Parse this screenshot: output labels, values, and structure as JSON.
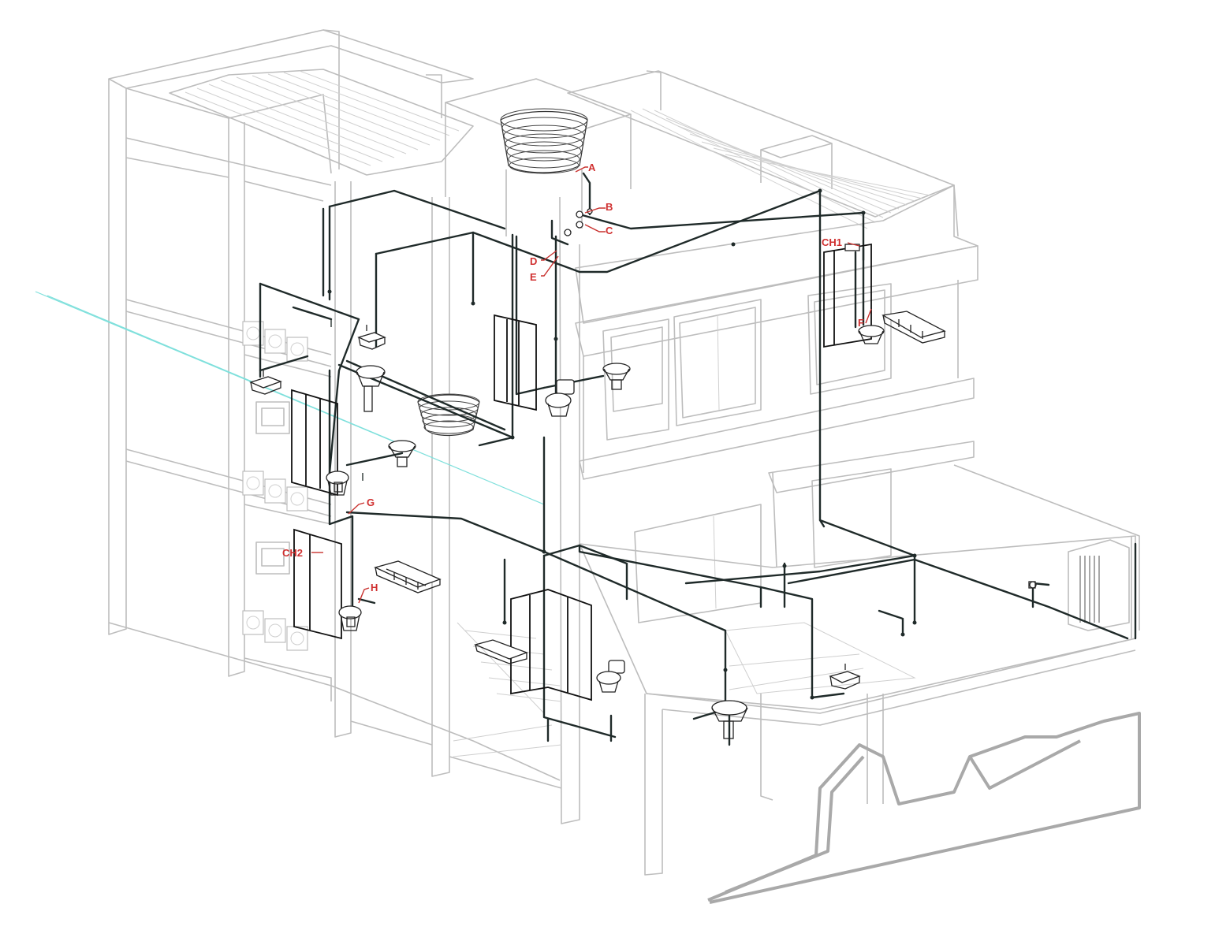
{
  "diagram": {
    "labels": [
      {
        "id": "A",
        "text": "A"
      },
      {
        "id": "B",
        "text": "B"
      },
      {
        "id": "C",
        "text": "C"
      },
      {
        "id": "D",
        "text": "D"
      },
      {
        "id": "E",
        "text": "E"
      },
      {
        "id": "F",
        "text": "F"
      },
      {
        "id": "G",
        "text": "G"
      },
      {
        "id": "H",
        "text": "H"
      },
      {
        "id": "CH1",
        "text": "CH1"
      },
      {
        "id": "CH2",
        "text": "CH2"
      }
    ],
    "colors": {
      "label": "#d03030",
      "pipe": "#1f2a29",
      "building": "#bdbdbd",
      "reference_line": "#7fe0dc"
    }
  }
}
